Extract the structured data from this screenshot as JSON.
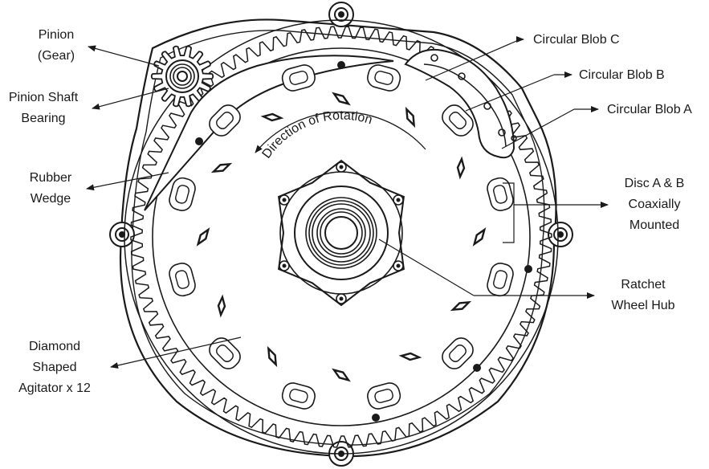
{
  "labels": {
    "pinion": "Pinion\n(Gear)",
    "pinion_line1": "Pinion",
    "pinion_line2": "(Gear)",
    "bearing_line1": "Pinion Shaft",
    "bearing_line2": "Bearing",
    "wedge_line1": "Rubber",
    "wedge_line2": "Wedge",
    "agitator_line1": "Diamond",
    "agitator_line2": "Shaped",
    "agitator_line3": "Agitator x 12",
    "blob_c": "Circular Blob C",
    "blob_b": "Circular Blob B",
    "blob_a": "Circular Blob A",
    "disc_line1": "Disc A & B",
    "disc_line2": "Coaxially",
    "disc_line3": "Mounted",
    "hub_line1": "Ratchet",
    "hub_line2": "Wheel Hub",
    "rotation": "Direction of Rotation"
  },
  "counts": {
    "agitators": 12
  },
  "colors": {
    "stroke": "#1a1a1a",
    "background": "#ffffff"
  }
}
